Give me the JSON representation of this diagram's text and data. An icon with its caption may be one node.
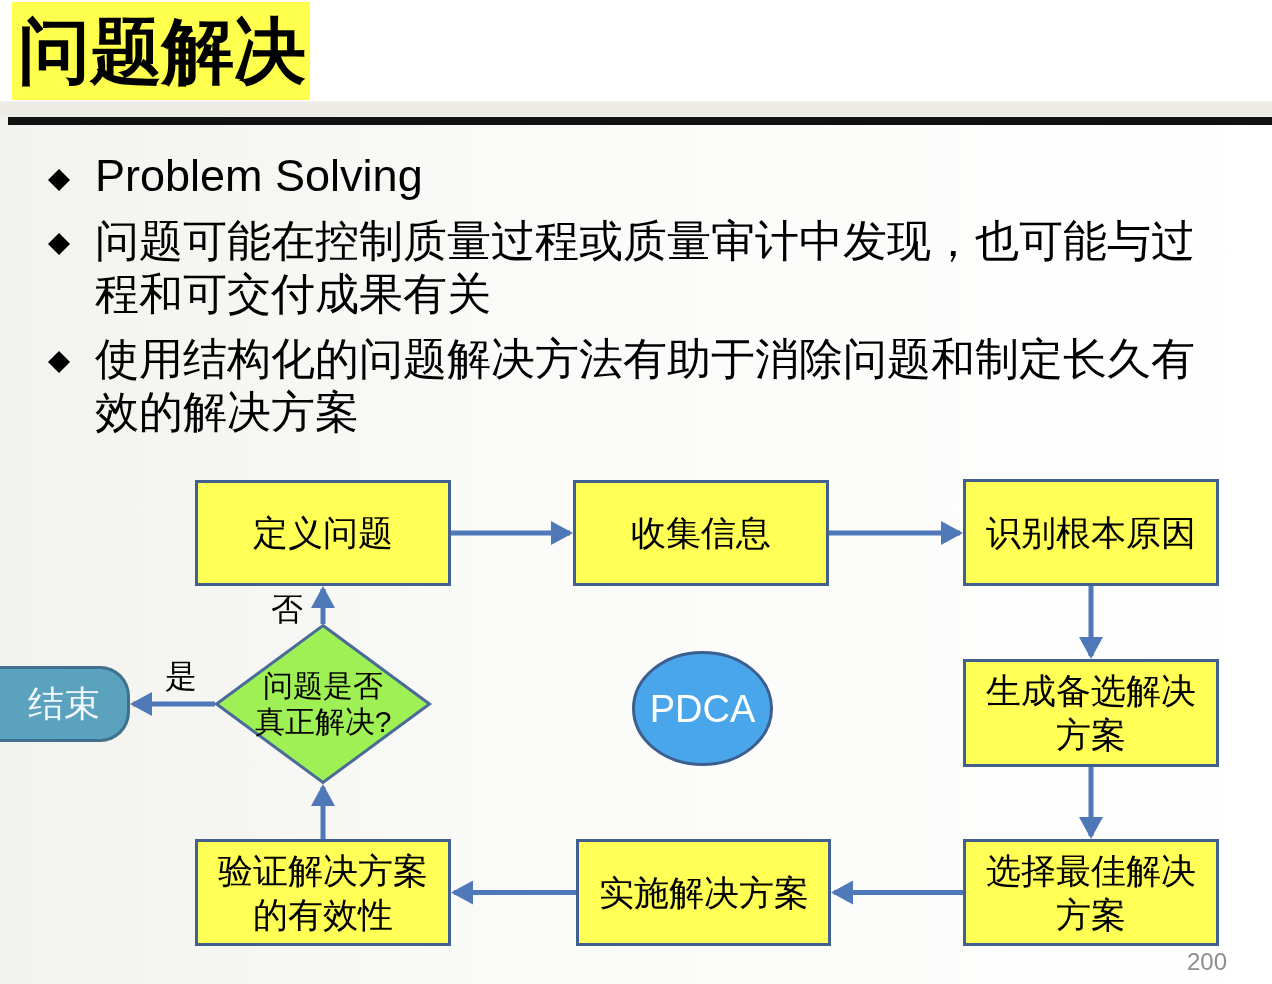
{
  "diagram": {
    "title": "问题解决",
    "nodes": [
      {
        "text": [
          "定义问题"
        ]
      },
      {
        "text": [
          "收集信息"
        ]
      },
      {
        "text": [
          "识别根本原因"
        ]
      },
      {
        "text": [
          "生成备选解决方案"
        ]
      },
      {
        "text": [
          "选择最佳解决方案"
        ]
      },
      {
        "text": [
          "实施解决方案"
        ]
      },
      {
        "text": [
          "验证解决方案的有效性"
        ]
      },
      {
        "text": [
          "问题是否真正解决?"
        ]
      },
      {
        "text": [
          "结束"
        ]
      },
      {
        "text": [
          "PDCA"
        ]
      }
    ],
    "edges": [
      {
        "from": 0,
        "to": 1,
        "arrow": "to"
      },
      {
        "from": 1,
        "to": 2,
        "arrow": "to"
      },
      {
        "from": 2,
        "to": 3,
        "arrow": "to"
      },
      {
        "from": 3,
        "to": 4,
        "arrow": "to"
      },
      {
        "from": 4,
        "to": 5,
        "arrow": "to"
      },
      {
        "from": 5,
        "to": 6,
        "arrow": "to"
      },
      {
        "from": 6,
        "to": 7,
        "arrow": "to"
      },
      {
        "from": 7,
        "to": 0,
        "arrow": "to",
        "label": "否"
      },
      {
        "from": 7,
        "to": 8,
        "arrow": "to",
        "label": "是"
      }
    ],
    "labels": [
      "Problem Solving",
      "问题可能在控制质量过程或质量审计中发现，也可能与过程和可交付成果有关",
      "使用结构化的问题解决方法有助于消除问题和制定长久有效的解决方案",
      "200"
    ]
  }
}
